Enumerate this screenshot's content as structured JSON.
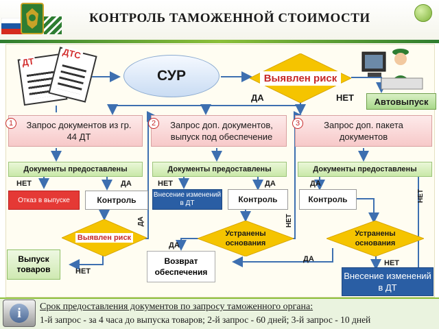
{
  "header": {
    "title": "КОНТРОЛЬ ТАМОЖЕННОЙ СТОИМОСТИ"
  },
  "documents": {
    "doc1_label": "ДТ",
    "doc2_label": "ДТС"
  },
  "sur": "СУР",
  "risk_top": "Выявлен риск",
  "yes": "ДА",
  "no": "НЕТ",
  "auto_release": "Автовыпуск",
  "requests": [
    {
      "number": "1",
      "text": "Запрос документов из гр. 44 ДТ"
    },
    {
      "number": "2",
      "text": "Запрос доп. документов, выпуск под обеспечение"
    },
    {
      "number": "3",
      "text": "Запрос доп. пакета документов"
    }
  ],
  "docs_provided": "Документы предоставлены",
  "col1": {
    "no": "НЕТ",
    "yes": "ДА",
    "refusal": "Отказ в выпуске",
    "control": "Контроль",
    "risk": "Выявлен риск",
    "risk_yes": "ДА",
    "release": "Выпуск товаров",
    "release_no": "НЕТ"
  },
  "col2": {
    "no": "НЕТ",
    "yes": "ДА",
    "changes": "Внесение изменений в ДТ",
    "control": "Контроль",
    "eliminated": "Устранены основания",
    "eliminated_yes": "ДА",
    "eliminated_no": "НЕТ",
    "return": "Возврат обеспечения"
  },
  "col3": {
    "yes": "ДА",
    "no": "НЕТ",
    "control": "Контроль",
    "eliminated": "Устранены основания",
    "eliminated_yes": "ДА",
    "eliminated_no": "НЕТ",
    "changes": "Внесение изменений в ДТ"
  },
  "footer": {
    "line1": "Срок предоставления документов по запросу таможенного органа:",
    "line2": "1-й запрос - за 4 часа до выпуска товаров; 2-й запрос - 60 дней; 3-й запрос - 10 дней"
  },
  "icons": {
    "info": "i"
  },
  "colors": {
    "accent_green": "#8cbf3a",
    "risk_red": "#c62828",
    "diamond_yellow": "#f5c400",
    "blue_box": "#2a5ea4"
  }
}
